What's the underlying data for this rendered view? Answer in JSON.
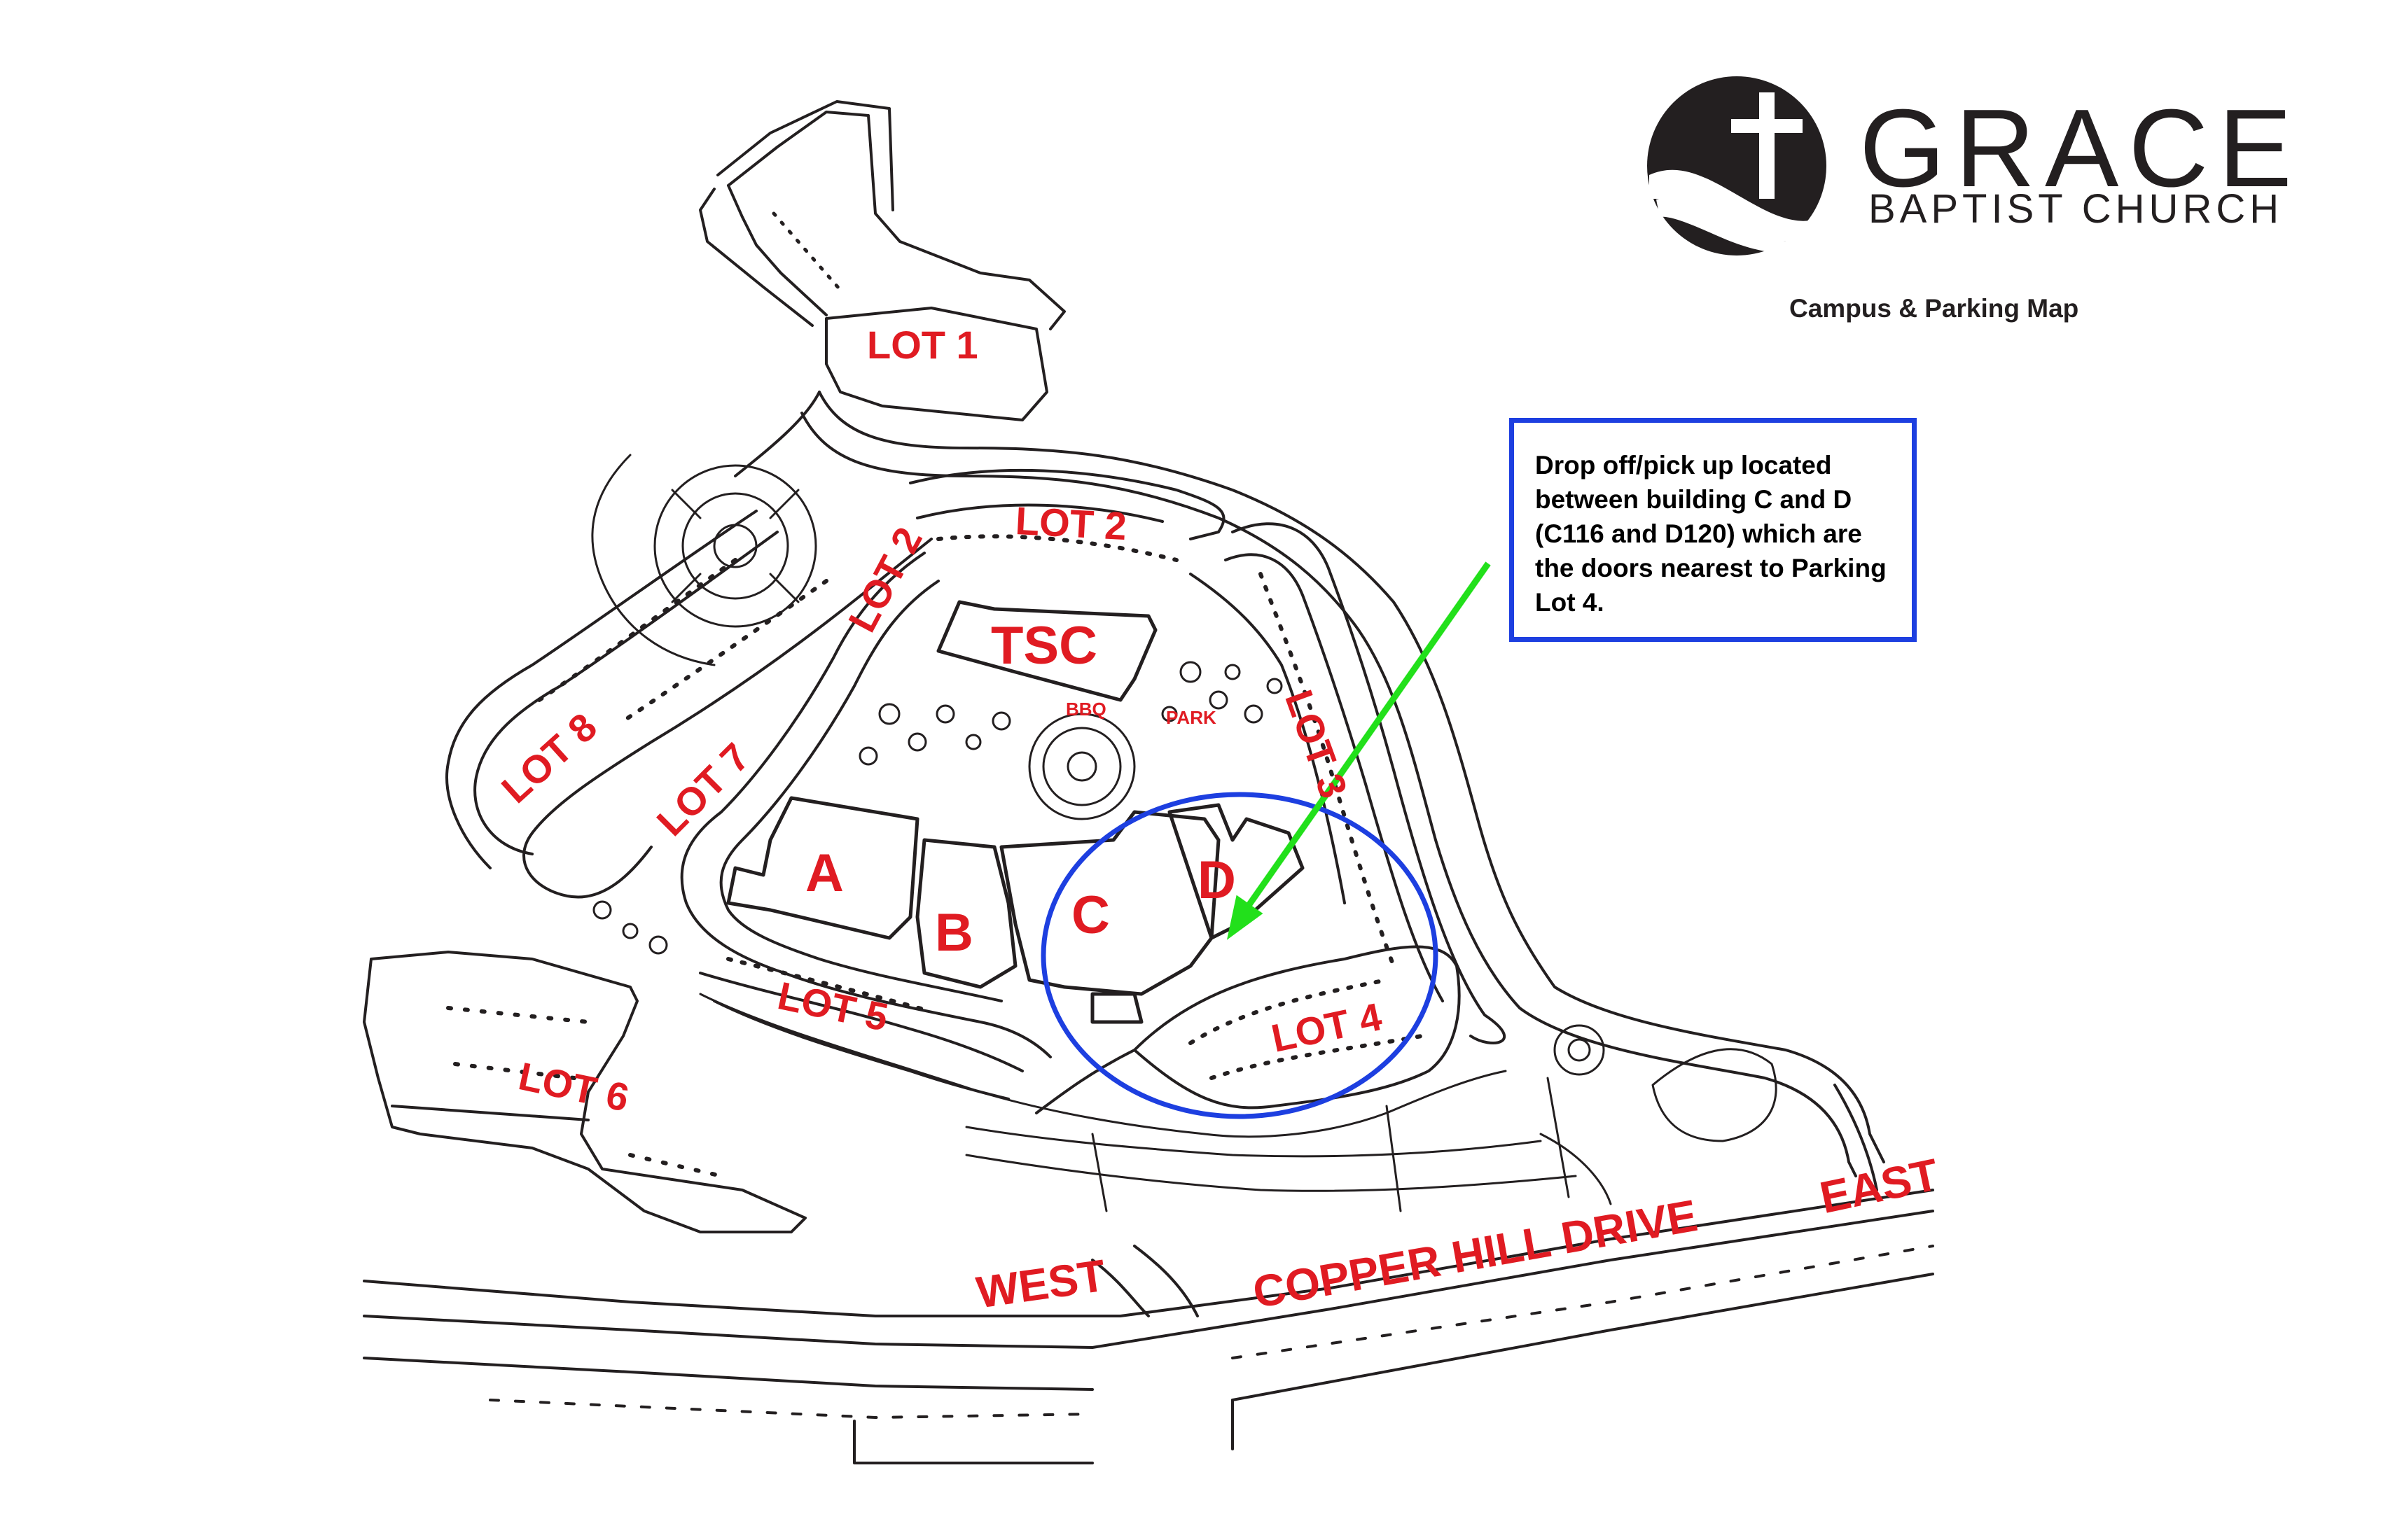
{
  "logo": {
    "name": "GRACE",
    "subname": "BAPTIST CHURCH",
    "map_title": "Campus & Parking Map"
  },
  "note": {
    "text": "Drop off/pick up located between building C and D (C116 and D120) which are the doors nearest to Parking Lot 4."
  },
  "lots": {
    "lot1": "LOT 1",
    "lot2": "LOT 2",
    "lot3": "LOT 3",
    "lot4": "LOT 4",
    "lot5": "LOT 5",
    "lot6": "LOT 6",
    "lot7": "LOT 7",
    "lot8": "LOT 8"
  },
  "buildings": {
    "tsc": "TSC",
    "a": "A",
    "b": "B",
    "c": "C",
    "d": "D"
  },
  "features": {
    "bbq": "BBQ",
    "park": "PARK"
  },
  "roads": {
    "main": "COPPER HILL DRIVE",
    "west": "WEST",
    "east": "EAST"
  },
  "colors": {
    "label_red": "#e01b22",
    "line_black": "#231f20",
    "highlight_blue": "#1d3fe0",
    "arrow_green": "#22e01b"
  }
}
